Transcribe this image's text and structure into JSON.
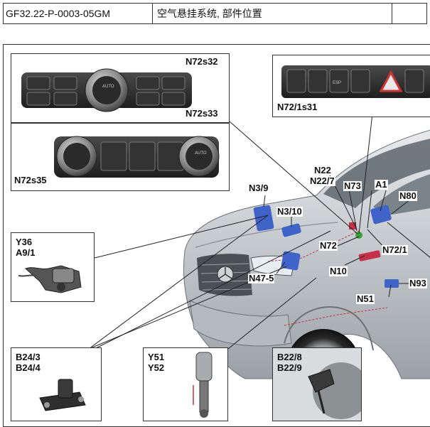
{
  "header": {
    "doc_code": "GF32.22-P-0003-05GM",
    "doc_title": "空气悬挂系统, 部件位置"
  },
  "labels": {
    "n72s32": "N72s32",
    "n72s33": "N72s33",
    "n72s35": "N72s35",
    "n72_1s31": "N72/1s31",
    "n22": "N22",
    "n22_7": "N22/7",
    "n73": "N73",
    "a1": "A1",
    "n80": "N80",
    "n3_9": "N3/9",
    "n3_10": "N3/10",
    "n72": "N72",
    "n72_1": "N72/1",
    "y36": "Y36",
    "a9_1": "A9/1",
    "n47_5": "N47-5",
    "n10": "N10",
    "n93": "N93",
    "n51": "N51",
    "b24_3": "B24/3",
    "b24_4": "B24/4",
    "y51": "Y51",
    "y52": "Y52",
    "b22_8": "B22/8",
    "b22_9": "B22/9"
  },
  "panel_text": {
    "auto": "AUTO",
    "esp": "ESP"
  },
  "colors": {
    "component_blue": "#3f63c8",
    "component_red": "#c8304a",
    "component_green": "#3aa23a",
    "car_body": "#c9cdd0"
  }
}
